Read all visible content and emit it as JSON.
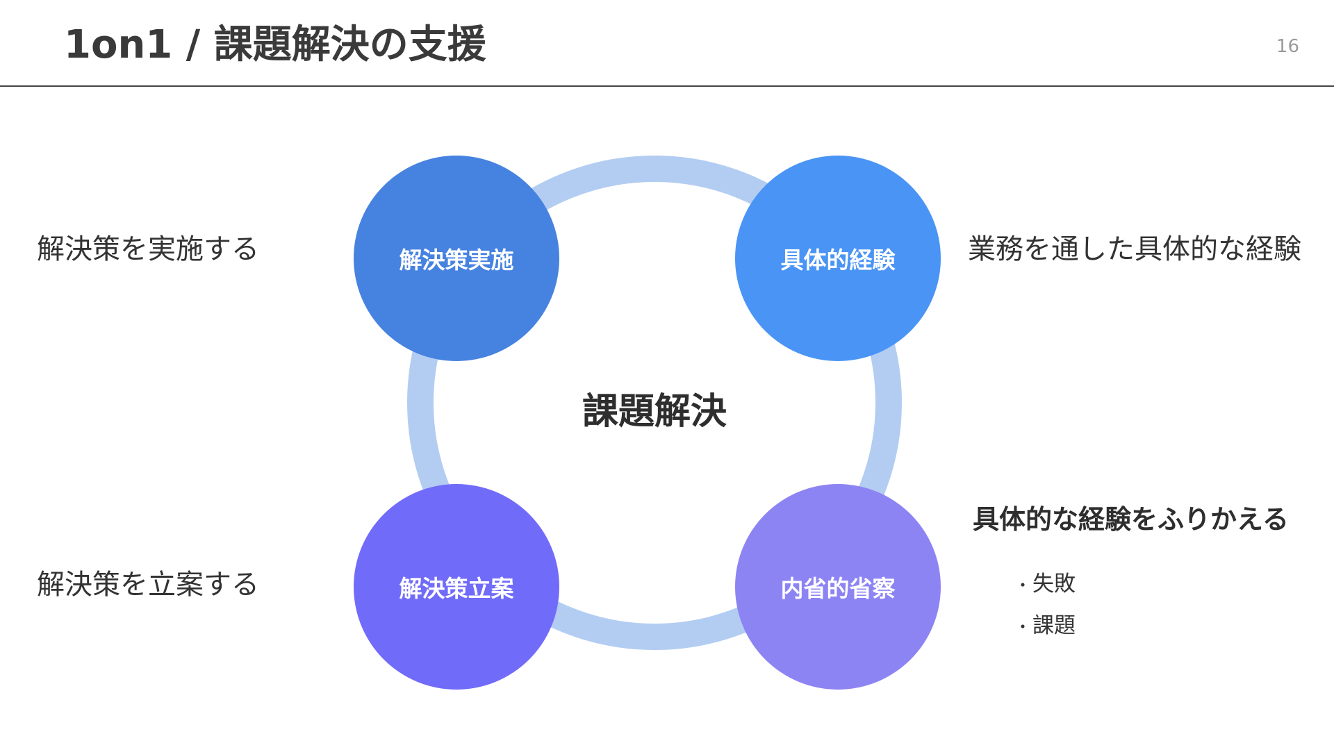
{
  "slide": {
    "title": "1on1 / 課題解決の支援",
    "page_number": "16"
  },
  "cycle": {
    "center": "課題解決",
    "ring_color": "#b3cdf2",
    "nodes": [
      {
        "label": "解決策実施",
        "color": "#4682e0"
      },
      {
        "label": "具体的経験",
        "color": "#4a94f5"
      },
      {
        "label": "解決策立案",
        "color": "#716bf9"
      },
      {
        "label": "内省的省察",
        "color": "#8d84f4"
      }
    ]
  },
  "descriptions": {
    "top_left": "解決策を実施する",
    "bottom_left": "解決策を立案する",
    "top_right": "業務を通した具体的な経験"
  },
  "reflection_note": {
    "heading": "具体的な経験をふりかえる",
    "bullet_marker": "・",
    "bullets": [
      "失敗",
      "課題"
    ]
  }
}
